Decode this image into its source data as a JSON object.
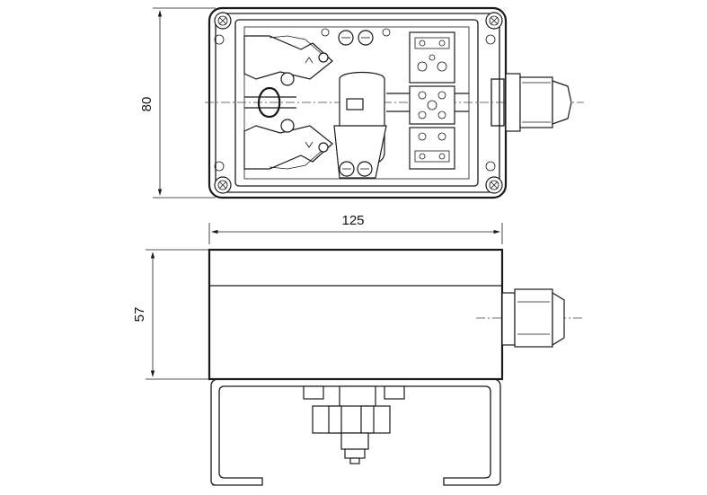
{
  "dimensions": {
    "height_top": "80",
    "width": "125",
    "height_side": "57"
  }
}
